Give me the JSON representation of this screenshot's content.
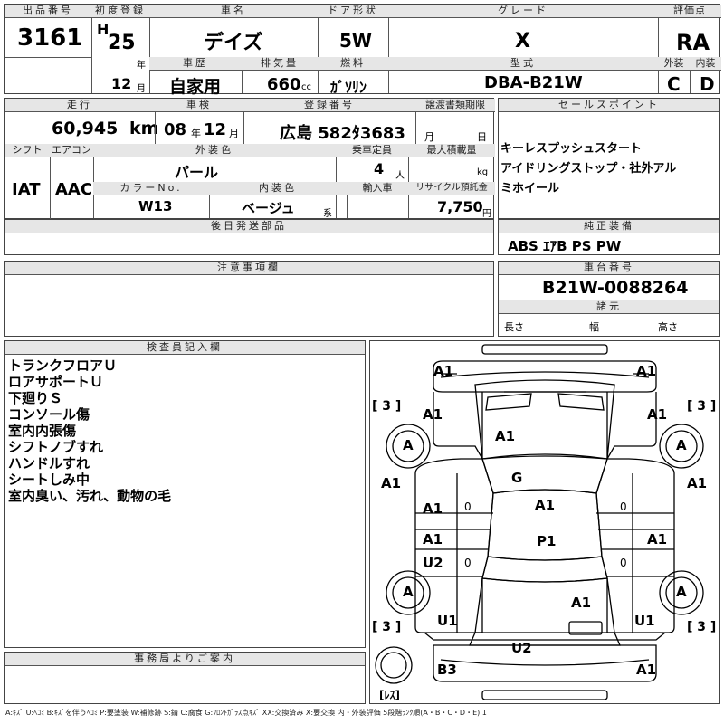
{
  "top": {
    "lot_label": "出品番号",
    "lot_value": "3161",
    "first_reg_label": "初度登録",
    "era": "H",
    "year_num": "25",
    "year_unit": "年",
    "car_name_label": "車名",
    "car_name": "デイズ",
    "door_label": "ドア形状",
    "door": "5W",
    "grade_label": "グレード",
    "grade": "X",
    "score_label": "評価点",
    "score": "RA",
    "month_num": "12",
    "month_unit": "月",
    "history_label": "車歴",
    "history": "自家用",
    "displacement_label": "排気量",
    "displacement": "660",
    "displacement_unit": "cc",
    "fuel_label": "燃料",
    "fuel": "ｶﾞｿﾘﾝ",
    "model_label": "型式",
    "model": "DBA-B21W",
    "exterior_label": "外装",
    "exterior": "C",
    "interior_label": "内装",
    "interior": "D"
  },
  "second": {
    "mileage_label": "走行",
    "mileage": "60,945",
    "mileage_unit": "km",
    "inspection_label": "車検",
    "insp_year": "08",
    "insp_year_unit": "年",
    "insp_month": "12",
    "insp_month_unit": "月",
    "plate_label": "登録番号",
    "plate": "広島 582ﾀ3683",
    "transfer_label": "譲渡書類期限",
    "transfer_month": "月",
    "transfer_day": "日",
    "shift_label": "シフト",
    "shift": "IAT",
    "ac_label": "エアコン",
    "ac": "AAC",
    "color_label": "外装色",
    "color": "パール",
    "capacity_label": "乗車定員",
    "capacity": "4",
    "capacity_unit": "人",
    "load_label": "最大積載量",
    "load_unit": "kg",
    "color_no_label": "カラーNo.",
    "color_no": "W13",
    "interior_color_label": "内装色",
    "interior_color": "ベージュ",
    "interior_color_unit": "系",
    "import_label": "輸入車",
    "recycle_label": "リサイクル預託金",
    "recycle": "7,750",
    "recycle_unit": "円",
    "later_parts_label": "後日発送部品"
  },
  "sales_points": {
    "label": "セールスポイント",
    "lines": [
      "キーレスプッシュスタート",
      "アイドリングストップ・社外アル",
      "ミホイール"
    ]
  },
  "equipment": {
    "label": "純正装備",
    "value": "ABS ｴｱB PS PW"
  },
  "caution": {
    "label": "注意事項欄"
  },
  "chassis": {
    "label": "車台番号",
    "value": "B21W-0088264",
    "specs_label": "諸元",
    "length_label": "長さ",
    "width_label": "幅",
    "height_label": "高さ"
  },
  "inspector": {
    "label": "検査員記入欄",
    "notes": [
      "トランクフロアＵ",
      "ロアサポートＵ",
      "下廻りＳ",
      "コンソール傷",
      "室内内張傷",
      "シフトノブすれ",
      "ハンドルすれ",
      "シートしみ中",
      "室内臭い、汚れ、動物の毛"
    ]
  },
  "office": {
    "label": "事務局よりご案内"
  },
  "diagram": {
    "marks": {
      "front_bumper_left": "A1",
      "front_bumper_right": "A1",
      "tread_fl": "[ 3 ]",
      "tread_fr": "[ 3 ]",
      "fender_fl": "A1",
      "fender_fr": "A1",
      "wheel_fl": "A",
      "wheel_fr": "A",
      "hood": "A1",
      "windshield": "G",
      "pillar_left": "A1",
      "pillar_right": "A1",
      "door_fl": "A1",
      "door_fl_zero": "0",
      "door_fr_zero": "0",
      "roof": "A1",
      "door_rl": "A1",
      "door_rr": "A1",
      "roof_panel": "P1",
      "rocker_left": "U2",
      "rocker_left_zero": "0",
      "rocker_right_zero": "0",
      "wheel_rl": "A",
      "wheel_rr": "A",
      "trunk": "A1",
      "quarter_left": "U1",
      "quarter_right": "U1",
      "tread_rl": "[ 3 ]",
      "tread_rr": "[ 3 ]",
      "rear_center": "U2",
      "rear_bumper_left": "B3",
      "rear_bumper_right": "A1",
      "spare_label": "[ﾚｽ]"
    }
  },
  "legend": "A:ｷｽﾞ U:ﾍｺﾐ B:ｷｽﾞを伴うﾍｺﾐ P:要塗装 W:補修跡 S:錆 C:腐食 G:ﾌﾛﾝﾄｶﾞﾗｽ点ｷｽﾞ XX:交換済み X:要交換 内・外装評価 5段階ﾗﾝｸ順(A・B・C・D・E) 1"
}
